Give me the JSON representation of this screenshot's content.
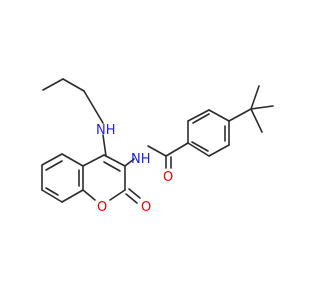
{
  "colors": {
    "bond": "#2b2b2b",
    "nitrogen": "#1f1fdf",
    "oxygen": "#e00000",
    "background": "#ffffff"
  },
  "atoms": {
    "nh_amino": "NH",
    "nh_amide": "NH",
    "o_ring": "O",
    "o_lactone": "O",
    "o_amide": "O"
  }
}
